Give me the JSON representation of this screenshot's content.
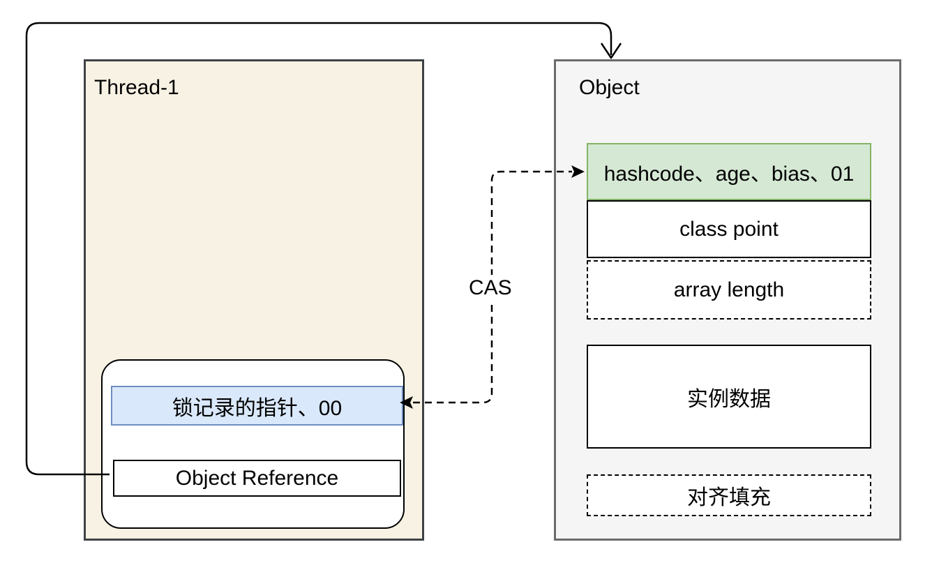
{
  "thread": {
    "title": "Thread-1",
    "lock_record": {
      "pointer_label": "锁记录的指针、00",
      "reference_label": "Object Reference"
    }
  },
  "object": {
    "title": "Object",
    "rows": [
      {
        "label": "hashcode、age、bias、01",
        "style": "mark-word-highlighted"
      },
      {
        "label": "class point",
        "style": "solid"
      },
      {
        "label": "array length",
        "style": "dashed"
      },
      {
        "label": "实例数据",
        "style": "solid"
      },
      {
        "label": "对齐填充",
        "style": "dashed"
      }
    ]
  },
  "cas_label": "CAS",
  "colors": {
    "thread_fill": "#F7F2E4",
    "thread_border": "#3F4245",
    "object_fill": "#F5F5F5",
    "object_border": "#6B6B6B",
    "mark_word_fill": "#D5E8D4",
    "mark_word_border": "#82B366",
    "lock_pointer_fill": "#DAE8FC",
    "lock_pointer_border": "#6C8EBF",
    "connector": "#000000"
  }
}
